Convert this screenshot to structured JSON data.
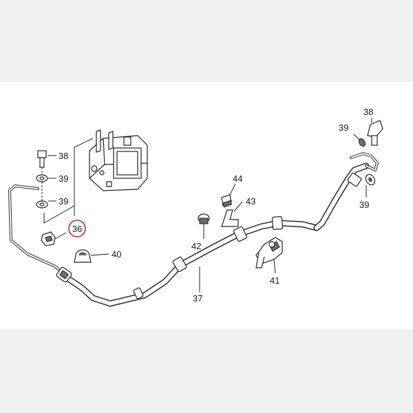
{
  "diagram": {
    "callouts": [
      {
        "id": "c38a",
        "text": "38"
      },
      {
        "id": "c39a",
        "text": "39"
      },
      {
        "id": "c39b",
        "text": "39"
      },
      {
        "id": "c36",
        "text": "36"
      },
      {
        "id": "c40",
        "text": "40"
      },
      {
        "id": "c44",
        "text": "44"
      },
      {
        "id": "c43",
        "text": "43"
      },
      {
        "id": "c42",
        "text": "42"
      },
      {
        "id": "c37",
        "text": "37"
      },
      {
        "id": "c41",
        "text": "41"
      },
      {
        "id": "c38b",
        "text": "38"
      },
      {
        "id": "c39c",
        "text": "39"
      },
      {
        "id": "c39d",
        "text": "39"
      }
    ],
    "highlight": {
      "callout": "c36",
      "color": "#c62828"
    },
    "colors": {
      "line": "#222222",
      "background": "#ffffff",
      "border": "#f1f1f1"
    }
  }
}
